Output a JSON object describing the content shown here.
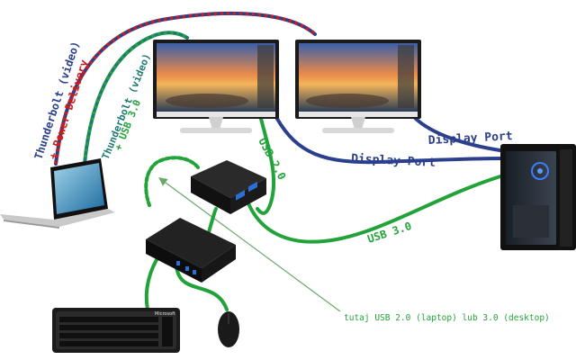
{
  "labels": {
    "tb_video": "Thunderbolt (video)",
    "power_delivery": "+ Power Delivery",
    "tb_video_2": "Thunderbolt (video)",
    "usb30_plus": "+ USB 3.0",
    "display_port_1": "Display Port",
    "display_port_2": "Display Port",
    "usb20": "USB 2.0",
    "usb30": "USB 3.0",
    "note": "tutaj USB 2.0 (laptop) lub 3.0 (desktop)",
    "keyboard_brand": "Microsoft"
  },
  "colors": {
    "navy": "#2b3f8c",
    "red": "#c81e1e",
    "teal": "#1d7a6e",
    "green": "#22a33a",
    "pointer": "#6aa86a"
  },
  "icons": {
    "laptop": "laptop-icon",
    "monitor": "monitor-icon",
    "desktop": "desktop-tower-icon",
    "switch": "usb-switch-icon",
    "hub": "usb-hub-icon",
    "keyboard": "keyboard-icon",
    "mouse": "mouse-icon"
  }
}
